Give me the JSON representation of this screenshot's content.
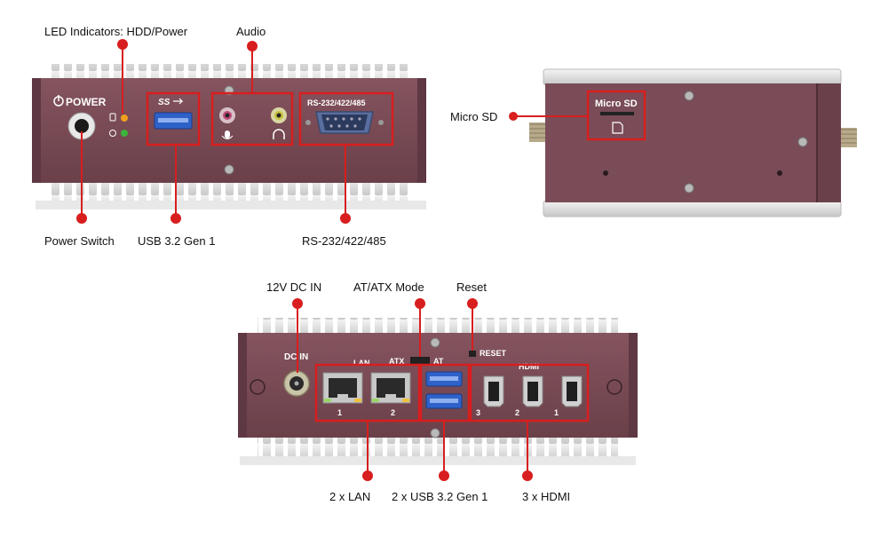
{
  "callouts": {
    "led": "LED Indicators: HDD/Power",
    "audio": "Audio",
    "power_switch": "Power Switch",
    "usb_front": "USB 3.2 Gen 1",
    "serial": "RS-232/422/485",
    "micro_sd": "Micro SD",
    "dc_in": "12V DC IN",
    "at_atx": "AT/ATX Mode",
    "reset": "Reset",
    "lan": "2 x LAN",
    "usb_rear": "2 x USB 3.2 Gen 1",
    "hdmi": "3 x HDMI"
  },
  "panel_text": {
    "power": "POWER",
    "ss": "SS",
    "serial_port": "RS-232/422/485",
    "micro_sd": "Micro SD",
    "dc_in": "DC IN",
    "lan": "LAN",
    "lan_1": "1",
    "lan_2": "2",
    "atx": "ATX",
    "at": "AT",
    "reset": "RESET",
    "hdmi": "HDMI",
    "hdmi_3": "3",
    "hdmi_2": "2",
    "hdmi_1": "1"
  },
  "colors": {
    "chassis": "#7a4c58",
    "chassis_dark": "#5e3842",
    "fins": "#dcdcdc",
    "callout": "#d81e1e",
    "usb_blue": "#2f62c8"
  }
}
